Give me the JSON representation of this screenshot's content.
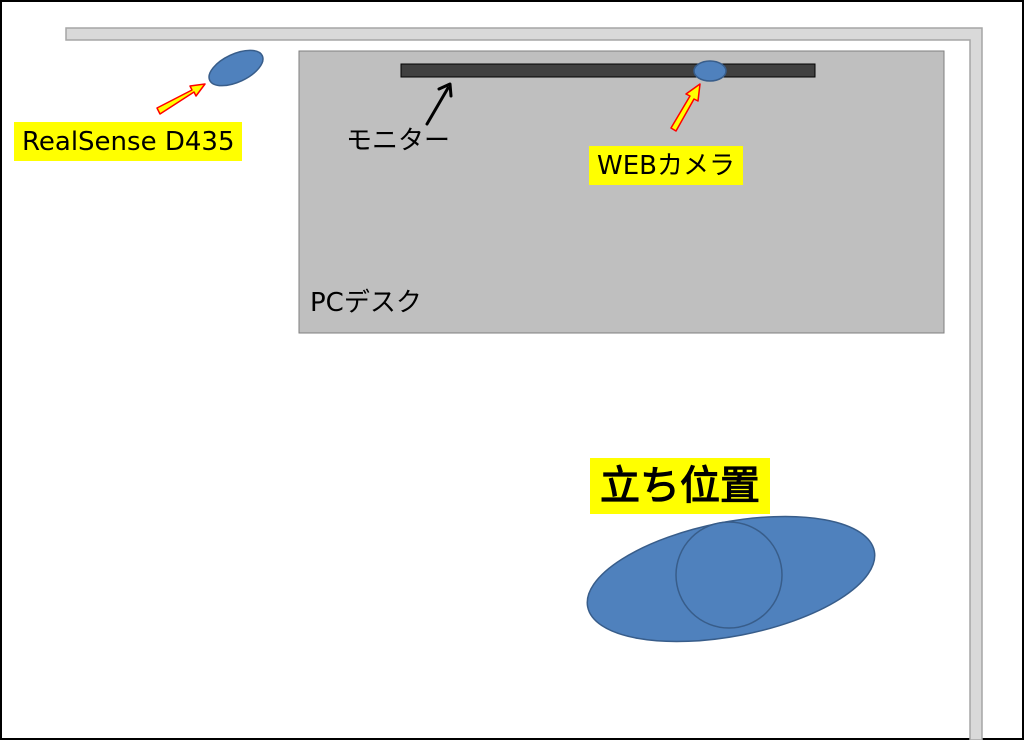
{
  "labels": {
    "realsense": "RealSense D435",
    "monitor": "モニター",
    "webcam": "WEBカメラ",
    "desk": "PCデスク",
    "standing_position": "立ち位置"
  },
  "colors": {
    "background": "#ffffff",
    "frame": "#000000",
    "wall_fill": "#d9d9d9",
    "wall_stroke": "#a6a6a6",
    "desk_fill": "#bfbfbf",
    "desk_stroke": "#7f7f7f",
    "monitor_fill": "#404040",
    "device_blue": "#4f81bd",
    "device_blue_stroke": "#385d8a",
    "highlight": "#ffff00",
    "arrow_fill": "#ffff00",
    "arrow_stroke": "#ff0000"
  }
}
